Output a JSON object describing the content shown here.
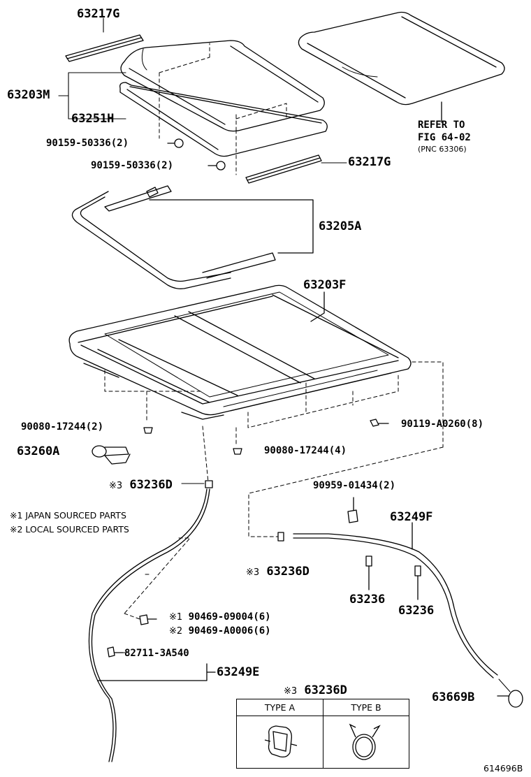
{
  "labels": {
    "p63217g_top": "63217G",
    "p63203m": "63203M",
    "p63251h": "63251H",
    "p90159_a": "90159-50336(2)",
    "p90159_b": "90159-50336(2)",
    "p63217g_mid": "63217G",
    "refer_line1": "REFER TO",
    "refer_line2": "FIG 64-02",
    "refer_line3": "(PNC 63306)",
    "p63205a": "63205A",
    "p63203f": "63203F",
    "p90080_2": "90080-17244(2)",
    "p90119": "90119-A0260(8)",
    "p63260a": "63260A",
    "p90080_4": "90080-17244(4)",
    "p63236d_left": "63236D",
    "p90959": "90959-01434(2)",
    "p63249f": "63249F",
    "p63236d_mid": "63236D",
    "p63236_a": "63236",
    "p63236_b": "63236",
    "p90469_09004": "90469-09004(6)",
    "p90469_a0006": "90469-A0006(6)",
    "p82711": "82711-3A540",
    "p63249e": "63249E",
    "p63669b": "63669B",
    "p63236d_legend": "63236D"
  },
  "marks": {
    "m1": "※1",
    "m2": "※2",
    "m3": "※3"
  },
  "notes": {
    "japan": "※1 JAPAN SOURCED PARTS",
    "local": "※2 LOCAL SOURCED PARTS"
  },
  "legend": {
    "type_a": "TYPE A",
    "type_b": "TYPE B"
  },
  "figure_id": "614696B"
}
